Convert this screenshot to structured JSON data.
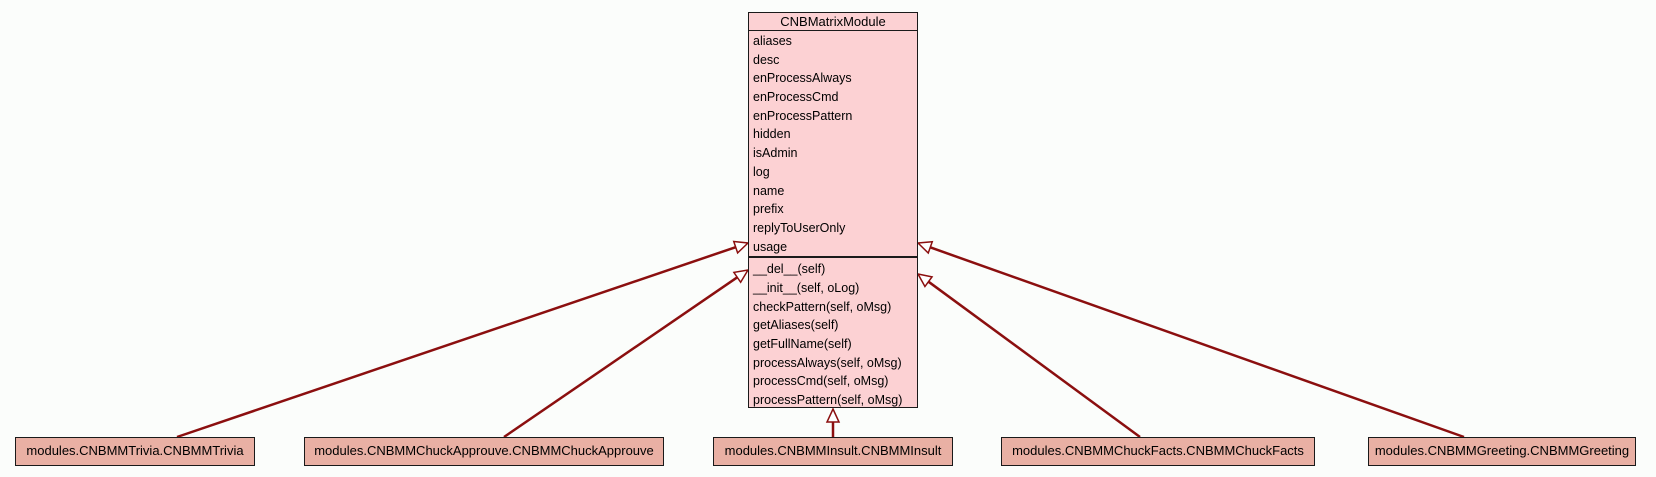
{
  "diagram": {
    "colors": {
      "background": "#fbfdfb",
      "base_class_fill": "#fcd1d3",
      "subclass_fill": "#e9b0a4",
      "edge": "#8b0f0f",
      "border": "#1a1a1a"
    },
    "base_class": {
      "name": "CNBMatrixModule",
      "attributes": [
        "aliases",
        "desc",
        "enProcessAlways",
        "enProcessCmd",
        "enProcessPattern",
        "hidden",
        "isAdmin",
        "log",
        "name",
        "prefix",
        "replyToUserOnly",
        "usage"
      ],
      "methods": [
        "__del__(self)",
        "__init__(self, oLog)",
        "checkPattern(self, oMsg)",
        "getAliases(self)",
        "getFullName(self)",
        "processAlways(self, oMsg)",
        "processCmd(self, oMsg)",
        "processPattern(self, oMsg)"
      ]
    },
    "subclasses": [
      "modules.CNBMMTrivia.CNBMMTrivia",
      "modules.CNBMMChuckApprouve.CNBMMChuckApprouve",
      "modules.CNBMMInsult.CNBMMInsult",
      "modules.CNBMMChuckFacts.CNBMMChuckFacts",
      "modules.CNBMMGreeting.CNBMMGreeting"
    ],
    "edges": [
      {
        "from": "modules.CNBMMTrivia.CNBMMTrivia",
        "to": "CNBMatrixModule",
        "type": "inheritance"
      },
      {
        "from": "modules.CNBMMChuckApprouve.CNBMMChuckApprouve",
        "to": "CNBMatrixModule",
        "type": "inheritance"
      },
      {
        "from": "modules.CNBMMInsult.CNBMMInsult",
        "to": "CNBMatrixModule",
        "type": "inheritance"
      },
      {
        "from": "modules.CNBMMChuckFacts.CNBMMChuckFacts",
        "to": "CNBMatrixModule",
        "type": "inheritance"
      },
      {
        "from": "modules.CNBMMGreeting.CNBMMGreeting",
        "to": "CNBMatrixModule",
        "type": "inheritance"
      }
    ]
  }
}
